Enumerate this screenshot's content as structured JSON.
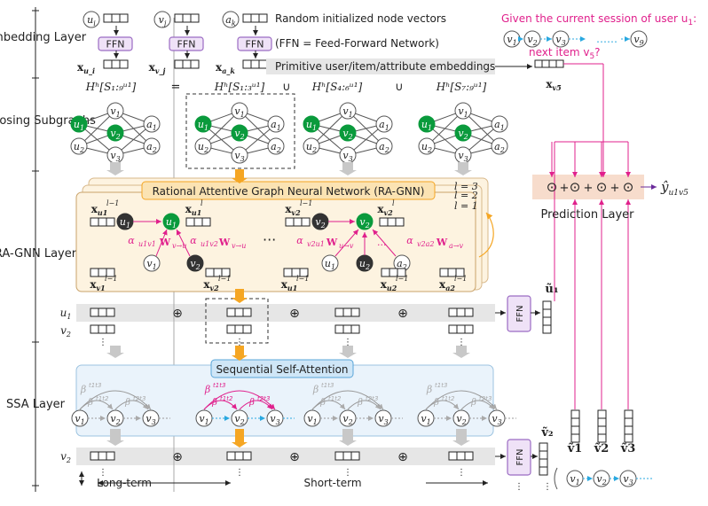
{
  "layers": {
    "embedding": "Embedding Layer",
    "enclosing": "Enclosing Subgraphs",
    "ragnn": "RA-GNN Layer",
    "ssa": "SSA Layer"
  },
  "top": {
    "ui": "u",
    "ui_sub": "i",
    "vj": "v",
    "vj_sub": "j",
    "ak": "a",
    "ak_sub": "k",
    "random_init": "Random initialized node vectors",
    "ffn": "FFN",
    "ffn_note": "(FFN = Feed-Forward Network)",
    "x_ui": "x",
    "x_ui_sub": "u_i",
    "x_vj": "x",
    "x_vj_sub": "v_j",
    "x_ak": "x",
    "x_ak_sub": "a_k",
    "primitive": "Primitive user/item/attribute embeddings"
  },
  "session": {
    "prompt": "Given the current session of user u",
    "prompt_sub": "1",
    "prompt_end": ":",
    "next_item": "next item v",
    "next_item_sub": "5",
    "next_item_end": "?",
    "items": [
      "v1",
      "v2",
      "v3",
      "v9"
    ],
    "ellipsis": "……",
    "x_v5": "x",
    "x_v5_sub": "v5"
  },
  "subgraphs": {
    "h_full": "H^h[S^{u1}_{1:9}]",
    "eq": "=",
    "h1": "H^h[S^{u1}_{1:3}]",
    "union": "∪",
    "h2": "H^h[S^{u1}_{4:6}]",
    "h3": "H^h[S^{u1}_{7:9}]",
    "nodes": [
      "u1",
      "u2",
      "v1",
      "v2",
      "v3",
      "a1",
      "a2"
    ]
  },
  "ragnn": {
    "title": "Rational Attentive Graph Neural Network (RA-GNN)",
    "l3": "l = 3",
    "l2": "l = 2",
    "l1": "l = 1",
    "dots": "···",
    "alpha1": "α^{l−1}_{u1v1} W^{l−1}_{v→u}",
    "alpha2": "α^{l−1}_{u1v2} W^{l−1}_{v→u}",
    "alpha3": "α^{l−1}_{v2u1} W^{l−1}_{u→v}",
    "alpha4": "α^{l−1}_{v2a2} W^{l−1}_{a→v}"
  },
  "prediction": {
    "label": "Prediction Layer",
    "op": "⊙",
    "plus": "+",
    "output": "ŷ",
    "output_sub": "u1v5"
  },
  "rows": {
    "u1": "u1",
    "v2": "v2",
    "oplus": "⊕",
    "ffn": "FFN",
    "u1_tilde": "ũ1",
    "v2_tilde": "ṽ2",
    "v_tilde": [
      "ṽ1",
      "ṽ2",
      "ṽ3"
    ]
  },
  "ssa": {
    "title": "Sequential Self-Attention",
    "beta13": "β^{t1t3}",
    "beta12": "β^{t1t2}",
    "beta23": "β^{t2t3}"
  },
  "bottom": {
    "long": "Long-term",
    "short": "Short-term",
    "seq": [
      "v1",
      "v2",
      "v3"
    ]
  },
  "colors": {
    "green": "#0a9a3c",
    "magenta": "#e0208c",
    "orange": "#f5a623",
    "purple": "#6a2a9a",
    "ffn_fill": "#efe2f7",
    "ffn_stroke": "#9b6bc3",
    "ragnn_fill": "#fdf3e0",
    "ssa_fill": "#eaf3fb"
  }
}
